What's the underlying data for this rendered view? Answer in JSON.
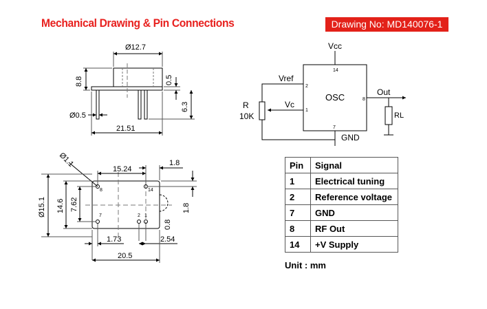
{
  "header": {
    "title": "Mechanical Drawing & Pin Connections",
    "drawing_no": "Drawing No: MD140076-1"
  },
  "side_view": {
    "diameter": "Ø12.7",
    "height": "8.8",
    "flange": "0.5",
    "lead_length": "6.3",
    "lead_dia": "Ø0.5",
    "width": "21.51"
  },
  "bottom_view": {
    "hole": "Ø1.1",
    "pin_spacing": "15.24",
    "edge_offset": "1.8",
    "body_dia": "Ø15.1",
    "body_height": "14.6",
    "row_spacing": "7.62",
    "pin_row_offset": "1.8",
    "pin_gap": "0.8",
    "left_offset": "1.73",
    "right_offset": "2.54",
    "total_width": "20.5",
    "pin_labels": [
      "8",
      "14",
      "7",
      "2",
      "1"
    ]
  },
  "schematic": {
    "vcc": "Vcc",
    "vref": "Vref",
    "vc": "Vc",
    "r_label": "R",
    "r_value": "10K",
    "osc": "OSC",
    "out": "Out",
    "rl": "RL",
    "gnd": "GND",
    "pin_14": "14",
    "pin_2": "2",
    "pin_1": "1",
    "pin_8": "8",
    "pin_7": "7"
  },
  "pin_table": {
    "headers": [
      "Pin",
      "Signal"
    ],
    "rows": [
      {
        "pin": "1",
        "signal": "Electrical tuning"
      },
      {
        "pin": "2",
        "signal": "Reference voltage"
      },
      {
        "pin": "7",
        "signal": "GND"
      },
      {
        "pin": "8",
        "signal": "RF Out"
      },
      {
        "pin": "14",
        "signal": "+V Supply"
      }
    ]
  },
  "unit": "Unit : mm"
}
